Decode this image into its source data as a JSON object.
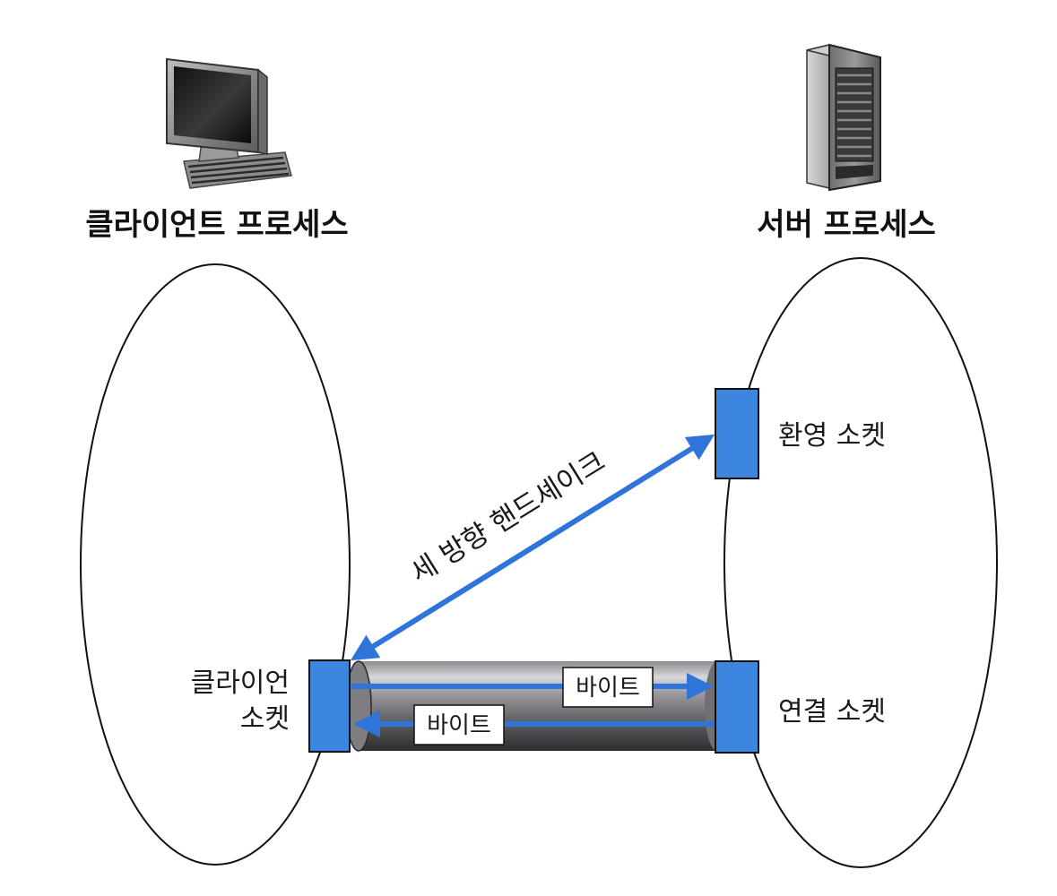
{
  "client": {
    "process_label": "클라이언트 프로세스",
    "socket_label_line1": "클라이언",
    "socket_label_line2": "소켓"
  },
  "server": {
    "process_label": "서버 프로세스",
    "welcome_socket_label": "환영 소켓",
    "connection_socket_label": "연결 소켓"
  },
  "handshake": {
    "label": "세 방향 핸드셰이크"
  },
  "pipe": {
    "byte_label_to_server": "바이트",
    "byte_label_to_client": "바이트"
  },
  "colors": {
    "socket_fill": "#3d86e0",
    "arrow": "#2f74d8",
    "outline": "#111111"
  },
  "icons": {
    "client": "desktop-computer-icon",
    "server": "server-tower-icon"
  }
}
